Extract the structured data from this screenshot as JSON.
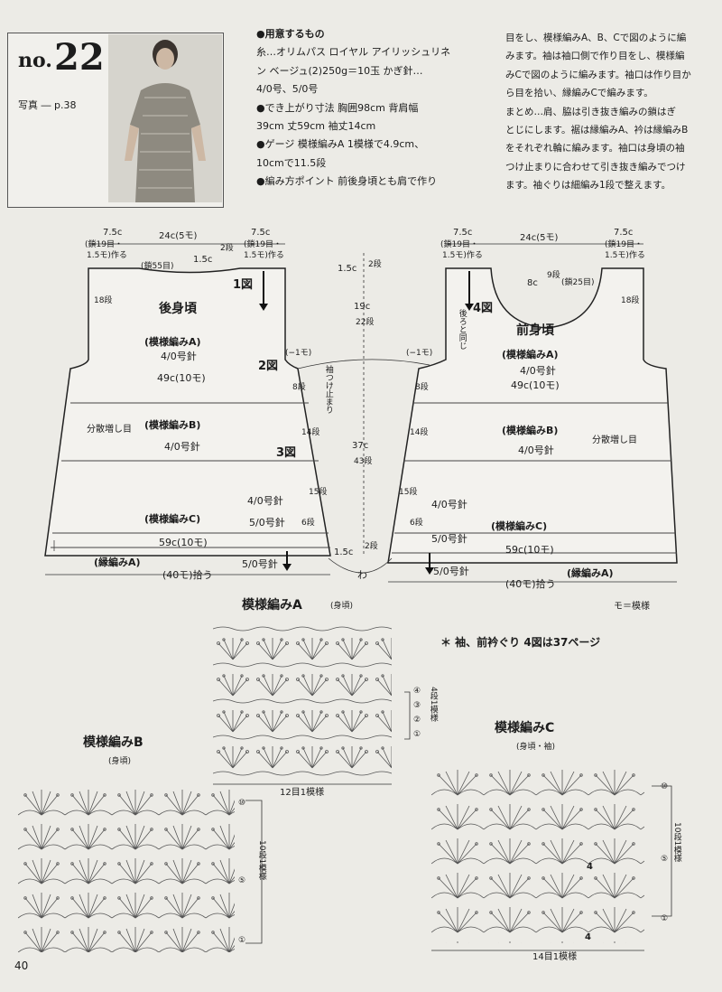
{
  "header": {
    "no_label": "no.",
    "no_num": "22",
    "photo_ref": "写真 ― p.38"
  },
  "materials": {
    "lines": [
      "●用意するもの",
      "糸…オリムパス ロイヤル アイリッシュリネ",
      "ン ベージュ(2)250g＝10玉 かぎ針…",
      "4/0号、5/0号",
      "●でき上がり寸法 胸囲98cm 背肩幅",
      "39cm 丈59cm 袖丈14cm",
      "●ゲージ 模様編みA 1模様で4.9cm、",
      "10cmで11.5段",
      "●編み方ポイント 前後身頃とも肩で作り"
    ]
  },
  "instructions": {
    "lines": [
      "目をし、模様編みA、B、Cで図のように編",
      "みます。袖は袖口側で作り目をし、模様編",
      "みCで図のように編みます。袖口は作り目か",
      "ら目を拾い、縁編みCで編みます。",
      "まとめ…肩、脇は引き抜き編みの鎖はぎ",
      "とじにします。裾は縁編みA、衿は縁編みB",
      "をそれぞれ輪に編みます。袖口は身頃の袖",
      "つけ止まりに合わせて引き抜き編みでつけ",
      "ます。袖ぐりは細編み1段で整えます。"
    ]
  },
  "back": {
    "top_left": "7.5c",
    "top_mid": "24c(5モ)",
    "top_right": "7.5c",
    "chain_left": "(鎖19目・",
    "chain_left2": "1.5モ)作る",
    "chain_right": "(鎖19目・",
    "chain_right2": "1.5モ)作る",
    "neck_rows": "2段",
    "neck_depth": "1.5c",
    "neck_chain": "(鎖55目)",
    "fig1": "1図",
    "armhole_rows": "18段",
    "title": "後身頃",
    "patA": "(模様編みA)",
    "needle1": "4/0号針",
    "fig2": "2図",
    "dec": "(−1モ)",
    "width1": "49c(10モ)",
    "rows8": "8段",
    "inc_label": "分散増し目",
    "patB": "(模様編みB)",
    "needle2": "4/0号針",
    "rows14": "14段",
    "fig3": "3図",
    "needle3": "4/0号針",
    "rows15": "15段",
    "patC": "(模様編みC)",
    "needle4": "5/0号針",
    "rows6": "6段",
    "width2": "59c(10モ)",
    "edge": "(縁編みA)",
    "needle5": "5/0号針",
    "pickup": "(40モ)拾う"
  },
  "center": {
    "top_c": "1.5c",
    "top_rows": "2段",
    "armhole_c": "19c",
    "armhole_rows": "22段",
    "sleeve_label": "袖つけ止まり",
    "body_c": "37c",
    "body_rows": "43段",
    "bottom_c": "1.5c",
    "bottom_rows": "2段",
    "wa": "わ"
  },
  "front": {
    "top_left": "7.5c",
    "top_mid": "24c(5モ)",
    "top_right": "7.5c",
    "chain_left": "(鎖19目・",
    "chain_left2": "1.5モ)作る",
    "chain_right": "(鎖19目・",
    "chain_right2": "1.5モ)作る",
    "neck_rows": "9段",
    "neck_depth": "8c",
    "neck_chain": "(鎖25目)",
    "fig4": "4図",
    "same_as_back": "後ろと同じ",
    "armhole_rows": "18段",
    "title": "前身頃",
    "patA": "(模様編みA)",
    "needle1": "4/0号針",
    "dec": "(−1モ)",
    "width1": "49c(10モ)",
    "rows8": "8段",
    "patB": "(模様編みB)",
    "needle2": "4/0号針",
    "inc_label": "分散増し目",
    "rows14": "14段",
    "rows15": "15段",
    "needle3": "4/0号針",
    "rows6": "6段",
    "patC": "(模様編みC)",
    "needle4": "5/0号針",
    "width2": "59c(10モ)",
    "edge": "(縁編みA)",
    "needle5": "5/0号針",
    "pickup": "(40モ)拾う"
  },
  "legend_mo": "モ＝模様",
  "note": "＊ 袖、前衿ぐり 4図は37ページ",
  "chartA": {
    "title": "模様編みA",
    "sub": "(身頃)",
    "row4": "④",
    "row3": "③",
    "row2": "②",
    "row1": "①",
    "repeat_v": "4段1模様",
    "repeat_h": "12目1模様"
  },
  "chartB": {
    "title": "模様編みB",
    "sub": "(身頃)",
    "row10": "⑩",
    "row5": "⑤",
    "row1": "①",
    "repeat_v": "10段1模様"
  },
  "chartC": {
    "title": "模様編みC",
    "sub": "(身頃・袖)",
    "row10": "⑩",
    "row5": "⑤",
    "row1": "①",
    "mark1": "4",
    "mark2": "4",
    "repeat_v": "10段1模様",
    "repeat_h": "14目1模様"
  },
  "page_number": "40"
}
